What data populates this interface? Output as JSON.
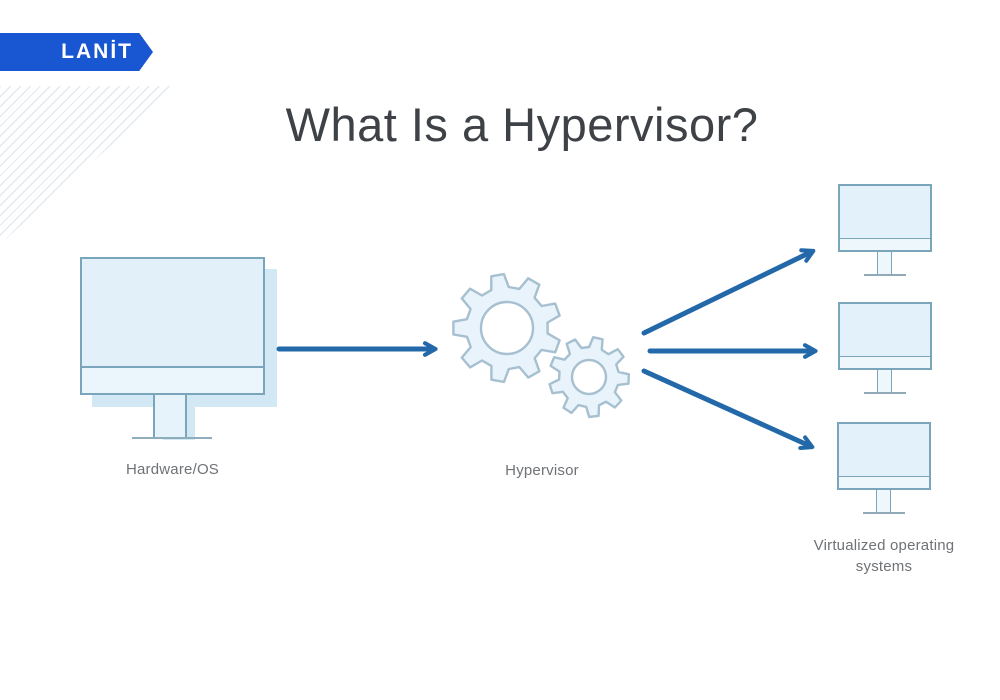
{
  "logo": {
    "text": "LANİT",
    "banner_color": "#1957d2",
    "text_color": "#ffffff"
  },
  "title": {
    "text": "What Is a Hypervisor?",
    "color": "#3e4247"
  },
  "diagram": {
    "hardware": {
      "label": "Hardware/OS",
      "icon": "desktop-monitor-icon"
    },
    "hypervisor": {
      "label": "Hypervisor",
      "icon": "gears-icon"
    },
    "virtual_machines": {
      "label": "Virtualized operating\nsystems",
      "icon": "desktop-monitor-icon",
      "count": 3
    },
    "arrows": [
      "Hardware/OS to Hypervisor",
      "Hypervisor to virtual machine 1",
      "Hypervisor to virtual machine 2",
      "Hypervisor to virtual machine 3"
    ]
  },
  "colors": {
    "arrow": "#2368a9",
    "monitor_fill": "#e2f0f9",
    "monitor_stroke": "#7aa5bb",
    "monitor_shadow": "#d2e8f4",
    "gear_fill": "#e9f3fb",
    "gear_stroke": "#a6c0d0",
    "label_text": "#6f7276",
    "title_text": "#3e4247",
    "background": "#ffffff"
  }
}
